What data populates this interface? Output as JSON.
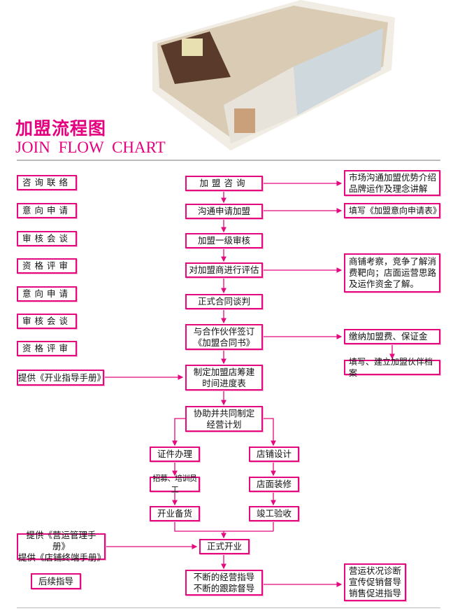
{
  "title": {
    "cn": "加盟流程图",
    "en": "JOIN FLOW CHART"
  },
  "colors": {
    "accent": "#e4007f",
    "border": "#e4097f"
  },
  "left_steps": [
    "咨询联络",
    "意向申请",
    "审核会谈",
    "资格评审",
    "意向申请",
    "审核会谈",
    "资格评审"
  ],
  "left_notes": {
    "manual_open": "提供《开业指导手册》",
    "manual_ops": "提供《营运管理手册》\n提供《店铺终端手册》",
    "followup": "后续指导"
  },
  "main": {
    "s1": "加盟咨询",
    "s2": "沟通申请加盟",
    "s3": "加盟一级审核",
    "s4": "对加盟商进行评估",
    "s5": "正式合同谈判",
    "s6": "与合作伙伴签订\n《加盟合同书》",
    "s7": "制定加盟店筹建\n时间进度表",
    "s8": "协助并共同制定\n经营计划",
    "a1": "证件办理",
    "a2": "招募、培训员工",
    "a3": "开业备货",
    "b1": "店铺设计",
    "b2": "店面装修",
    "b3": "竣工验收",
    "s9": "正式开业",
    "s10": "不断的经营指导\n不断的跟踪督导"
  },
  "right_notes": {
    "r1": "市场沟通加盟优势介绍\n品牌运作及理念讲解",
    "r2": "填写《加盟意向申请表》",
    "r3": "商铺考察，竞争了解消\n费靶向；店面运营思路\n及运作资金了解。",
    "r4": "缴纳加盟费、保证金",
    "r5": "填写、建立加盟伙伴档案",
    "r6": "营运状况诊断\n宣传促销督导\n销售促进指导"
  }
}
